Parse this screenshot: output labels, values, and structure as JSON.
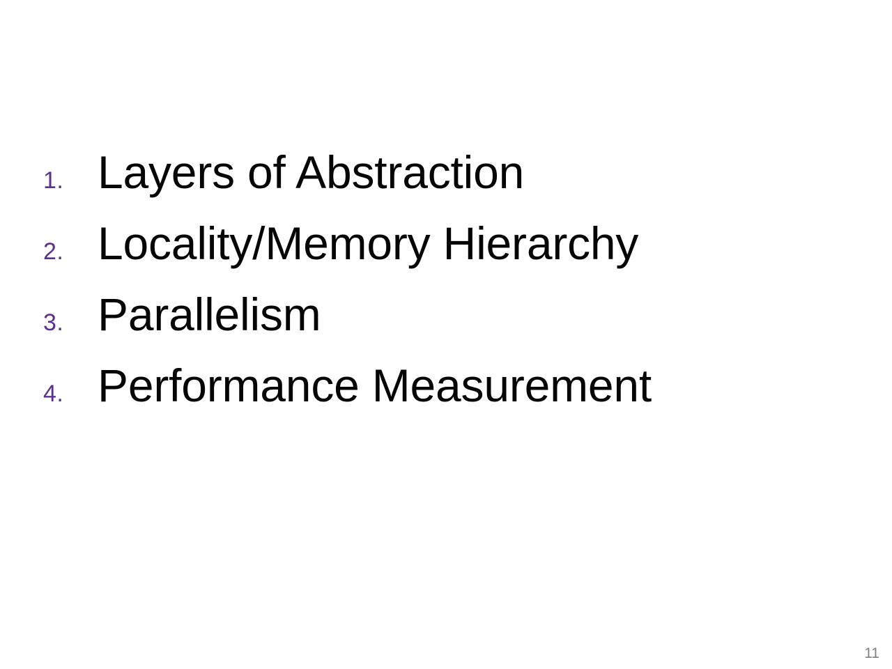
{
  "slide": {
    "background_color": "#ffffff",
    "page_number": "11",
    "page_number_color": "#808080",
    "marker_color": "#5B3091",
    "text_color": "#050505",
    "list": {
      "type": "numbered",
      "items": [
        {
          "marker": "1.",
          "label": "Layers of Abstraction"
        },
        {
          "marker": "2.",
          "label": "Locality/Memory Hierarchy"
        },
        {
          "marker": "3.",
          "label": "Parallelism"
        },
        {
          "marker": "4.",
          "label": "Performance Measurement"
        }
      ]
    }
  }
}
